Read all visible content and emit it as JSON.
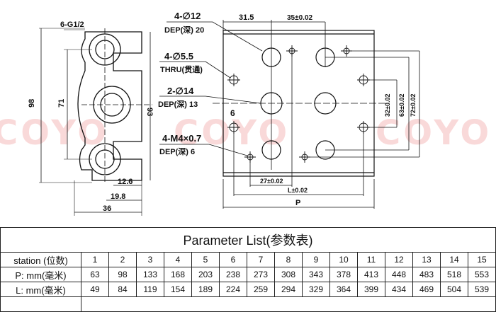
{
  "drawing": {
    "side_view": {
      "ports": "6-G1/2",
      "dim_98": "98",
      "dim_71": "71",
      "dim_93": "93",
      "dim_12_6": "12.6",
      "dim_19_8": "19.8",
      "dim_36": "36"
    },
    "front_view": {
      "callout_1": {
        "label": "4-∅12",
        "depth": "DEP(深) 20"
      },
      "callout_2": {
        "label": "4-∅5.5",
        "depth": "THRU(贯通)"
      },
      "callout_3": {
        "label": "2-∅14",
        "depth": "DEP(深) 13"
      },
      "callout_4": {
        "label": "4-M4×0.7",
        "depth": "DEP(深) 6"
      },
      "dim_6": "6",
      "dim_31_5": "31.5",
      "dim_35": "35±0.02",
      "dim_32": "32±0.02",
      "dim_63": "63±0.02",
      "dim_72": "72±0.02",
      "dim_27": "27±0.02",
      "dim_L": "L±0.02",
      "dim_P": "P"
    },
    "watermark": "COYO"
  },
  "table": {
    "title": "Parameter List(参数表)",
    "rows": [
      {
        "label": "station (位数)",
        "values": [
          "1",
          "2",
          "3",
          "4",
          "5",
          "6",
          "7",
          "8",
          "9",
          "10",
          "11",
          "12",
          "13",
          "14",
          "15"
        ]
      },
      {
        "label": "P: mm(毫米)",
        "values": [
          "63",
          "98",
          "133",
          "168",
          "203",
          "238",
          "273",
          "308",
          "343",
          "378",
          "413",
          "448",
          "483",
          "518",
          "553"
        ]
      },
      {
        "label": "L: mm(毫米)",
        "values": [
          "49",
          "84",
          "119",
          "154",
          "189",
          "224",
          "259",
          "294",
          "329",
          "364",
          "399",
          "434",
          "469",
          "504",
          "539"
        ]
      }
    ]
  }
}
